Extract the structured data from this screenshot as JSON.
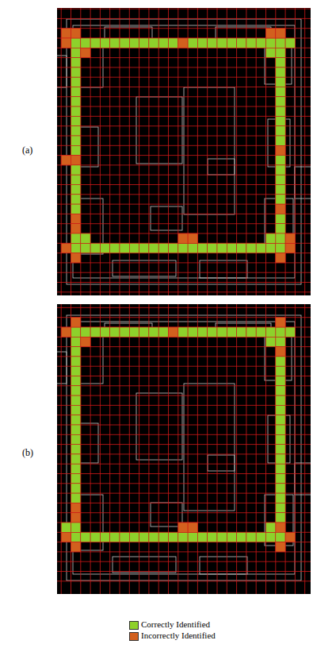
{
  "diagram": {
    "labels": [
      "(a)",
      "(b)"
    ],
    "legend": [
      {
        "text": "Correctly Identified",
        "color": "#8ed12b"
      },
      {
        "text": "Incorrectly Identified",
        "color": "#d2601e"
      }
    ]
  }
}
